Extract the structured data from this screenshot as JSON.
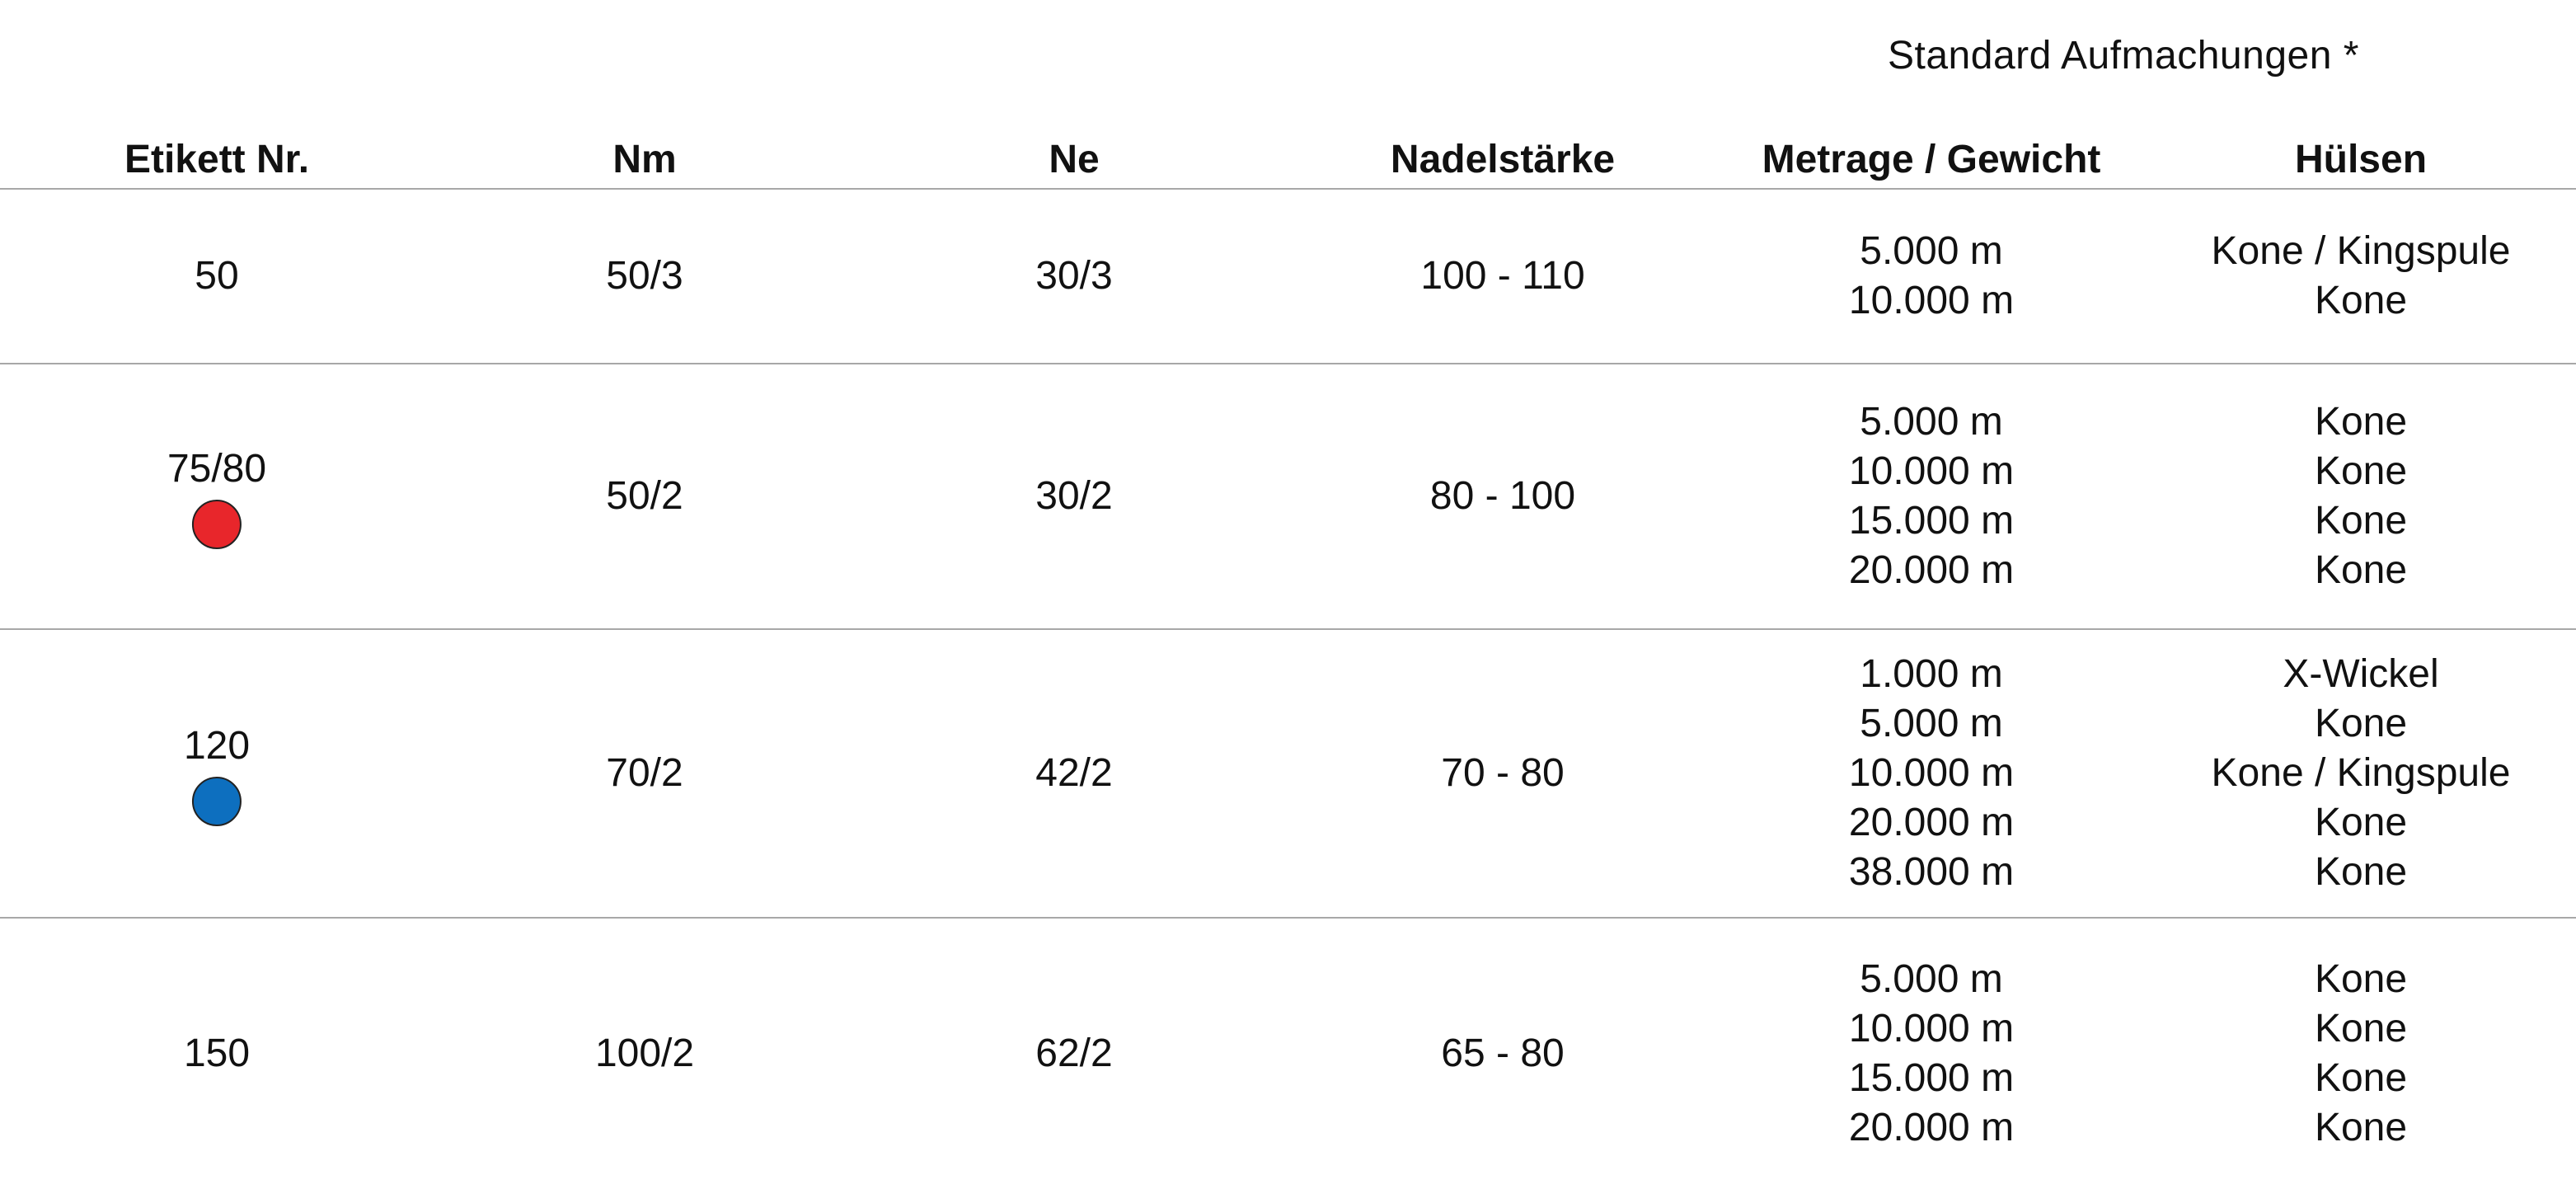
{
  "caption": "Standard Aufmachungen *",
  "headers": {
    "etikett": "Etikett Nr.",
    "nm": "Nm",
    "ne": "Ne",
    "nadel": "Nadelstärke",
    "metrage": "Metrage / Gewicht",
    "huelsen": "Hülsen"
  },
  "rows": [
    {
      "etikett": "50",
      "dot_color": null,
      "nm": "50/3",
      "ne": "30/3",
      "nadel": "100 - 110",
      "metrage": [
        "5.000 m",
        "10.000 m"
      ],
      "huelsen": [
        "Kone / Kingspule",
        "Kone"
      ]
    },
    {
      "etikett": "75/80",
      "dot_color": "#e8262b",
      "nm": "50/2",
      "ne": "30/2",
      "nadel": "80 - 100",
      "metrage": [
        "5.000 m",
        "10.000 m",
        "15.000 m",
        "20.000 m"
      ],
      "huelsen": [
        "Kone",
        "Kone",
        "Kone",
        "Kone"
      ]
    },
    {
      "etikett": "120",
      "dot_color": "#0d6fbf",
      "nm": "70/2",
      "ne": "42/2",
      "nadel": "70 - 80",
      "metrage": [
        "1.000 m",
        "5.000 m",
        "10.000 m",
        "20.000 m",
        "38.000 m"
      ],
      "huelsen": [
        "X-Wickel",
        "Kone",
        "Kone / Kingspule",
        "Kone",
        "Kone"
      ]
    },
    {
      "etikett": "150",
      "dot_color": null,
      "nm": "100/2",
      "ne": "62/2",
      "nadel": "65 - 80",
      "metrage": [
        "5.000 m",
        "10.000 m",
        "15.000 m",
        "20.000 m"
      ],
      "huelsen": [
        "Kone",
        "Kone",
        "Kone",
        "Kone"
      ]
    }
  ]
}
